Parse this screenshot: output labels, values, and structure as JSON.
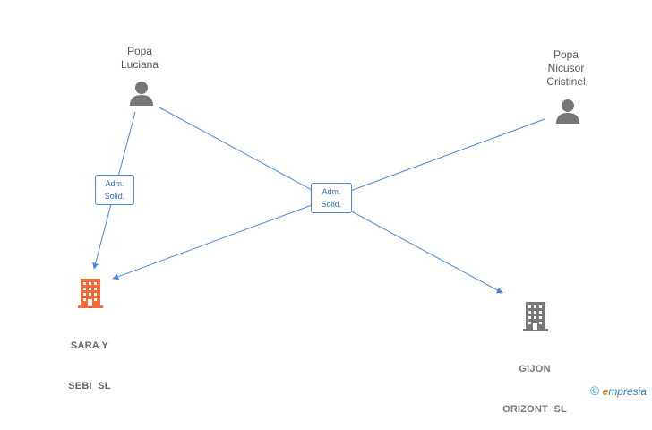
{
  "nodes": {
    "popa_luciana": {
      "line1": "Popa",
      "line2": "Luciana"
    },
    "popa_nicusor": {
      "line1": "Popa",
      "line2": "Nicusor",
      "line3": "Cristinel"
    },
    "sara_y_sebi": {
      "line1": "SARA Y",
      "line2": "SEBI  SL"
    },
    "gijon_orizont": {
      "line1": "GIJON",
      "line2": "ORIZONT  SL"
    }
  },
  "edge_labels": {
    "left": {
      "line1": "Adm.",
      "line2": "Solid."
    },
    "center": {
      "line1": "Adm.",
      "line2": "Solid."
    }
  },
  "colors": {
    "edge": "#4a86d8",
    "person_icon": "#777777",
    "company_active": "#f26a3a",
    "company_gray": "#777777"
  },
  "brand": {
    "copyright": "©",
    "e": "e",
    "rest": "mpresia"
  }
}
